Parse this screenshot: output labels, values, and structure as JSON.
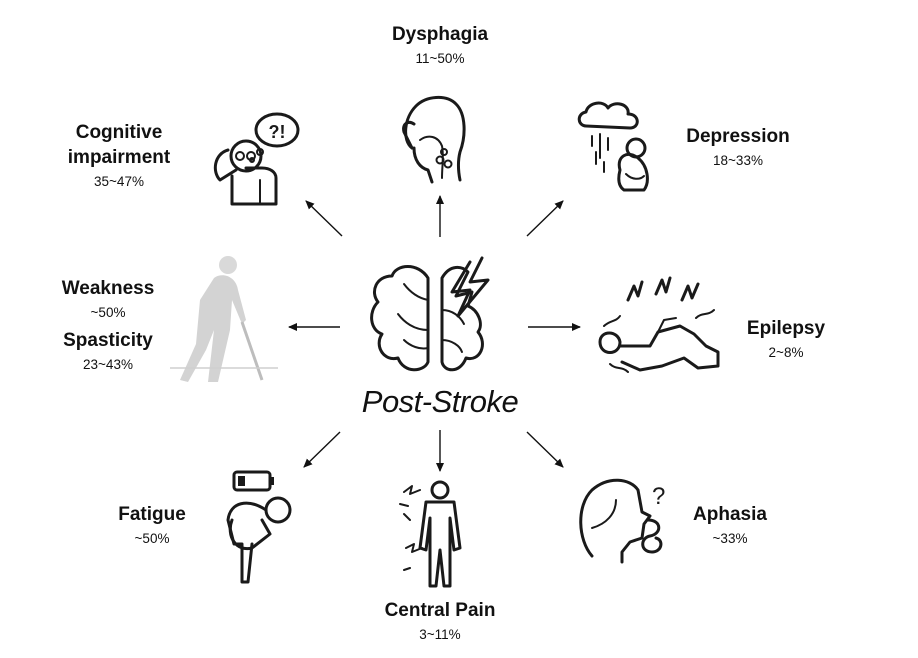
{
  "center": {
    "title": "Post-Stroke",
    "icon": "brain-lightning-icon"
  },
  "complications": {
    "dysphagia": {
      "name": "Dysphagia",
      "value": "11~50%",
      "icon": "throat-swallowing-icon"
    },
    "cognitive": {
      "name_line1": "Cognitive",
      "name_line2": "impairment",
      "value": "35~47%",
      "icon": "confused-elderly-icon"
    },
    "depression": {
      "name": "Depression",
      "value": "18~33%",
      "icon": "rain-cloud-sad-person-icon"
    },
    "weakness": {
      "name": "Weakness",
      "value": "~50%",
      "icon": "person-with-cane-icon"
    },
    "spasticity": {
      "name": "Spasticity",
      "value": "23~43%"
    },
    "epilepsy": {
      "name": "Epilepsy",
      "value": "2~8%",
      "icon": "seizure-person-icon"
    },
    "fatigue": {
      "name": "Fatigue",
      "value": "~50%",
      "icon": "low-battery-tired-person-icon"
    },
    "central_pain": {
      "name": "Central Pain",
      "value": "3~11%",
      "icon": "body-pain-icon"
    },
    "aphasia": {
      "name": "Aphasia",
      "value": "~33%",
      "icon": "speech-question-head-icon"
    }
  },
  "colors": {
    "ink": "#111111",
    "figure_gray": "#cfcfcf",
    "background": "#ffffff"
  }
}
